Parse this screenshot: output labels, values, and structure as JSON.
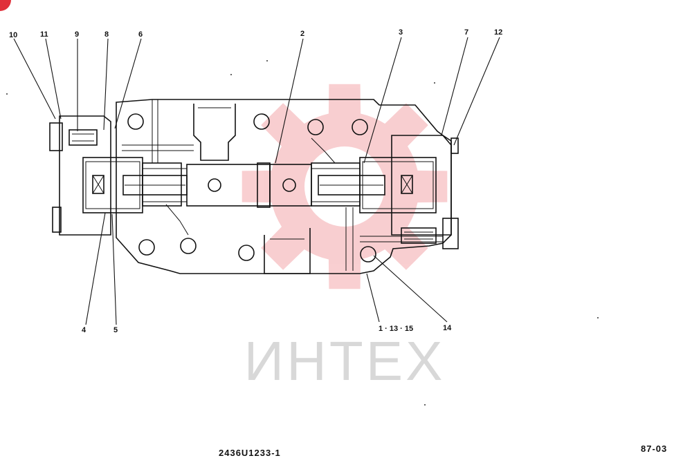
{
  "watermark": {
    "text": "ИНТЕХ",
    "color": "#f4a7ab",
    "text_color": "#d8d8d8"
  },
  "corner_badge_color": "#e0303a",
  "drawing_number": "2436U1233-1",
  "page_code": "87-03",
  "callouts": [
    {
      "id": "c10",
      "label": "10"
    },
    {
      "id": "c11",
      "label": "11"
    },
    {
      "id": "c9",
      "label": "9"
    },
    {
      "id": "c8",
      "label": "8"
    },
    {
      "id": "c6",
      "label": "6"
    },
    {
      "id": "c2",
      "label": "2"
    },
    {
      "id": "c3",
      "label": "3"
    },
    {
      "id": "c7",
      "label": "7"
    },
    {
      "id": "c12",
      "label": "12"
    },
    {
      "id": "c4",
      "label": "4"
    },
    {
      "id": "c5",
      "label": "5"
    },
    {
      "id": "c1",
      "label": "1 · 13 · 15"
    },
    {
      "id": "c14",
      "label": "14"
    }
  ]
}
